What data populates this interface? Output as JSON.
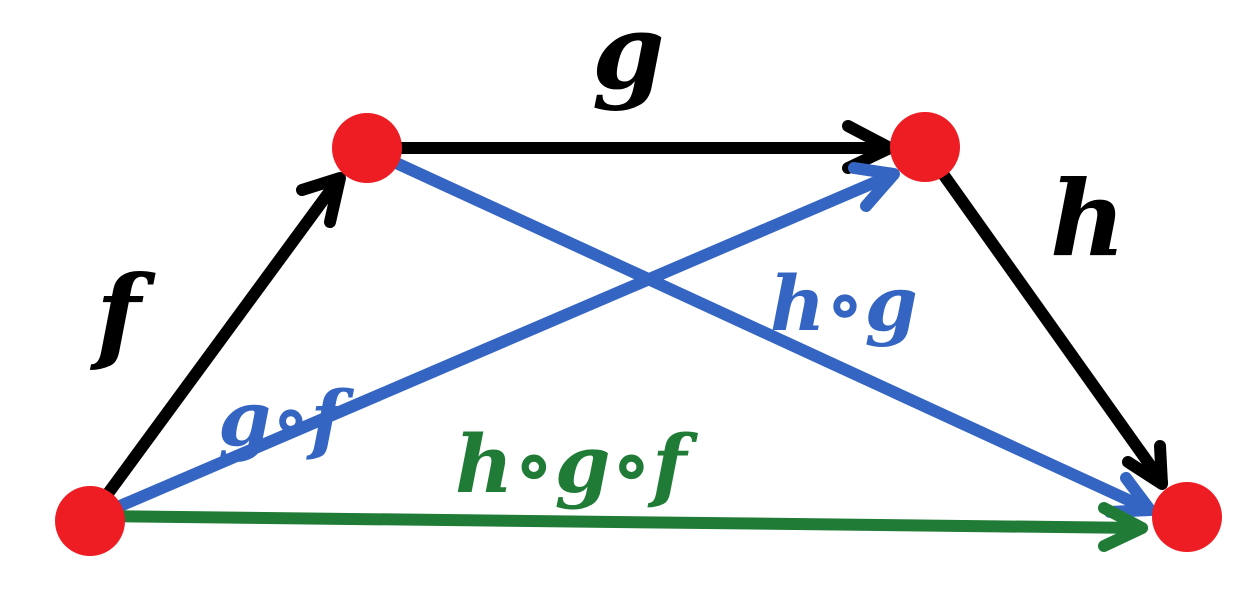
{
  "diagram": {
    "colors": {
      "node": "#ee1c23",
      "morphism": "#000000",
      "composite_two": "#3565c3",
      "composite_three": "#1f7b35",
      "background": "#ffffff"
    },
    "labels": {
      "f": "f",
      "g": "g",
      "h": "h",
      "g_circ_f": "g∘f",
      "h_circ_g": "h∘g",
      "h_circ_g_circ_f": "h∘g∘f"
    }
  }
}
